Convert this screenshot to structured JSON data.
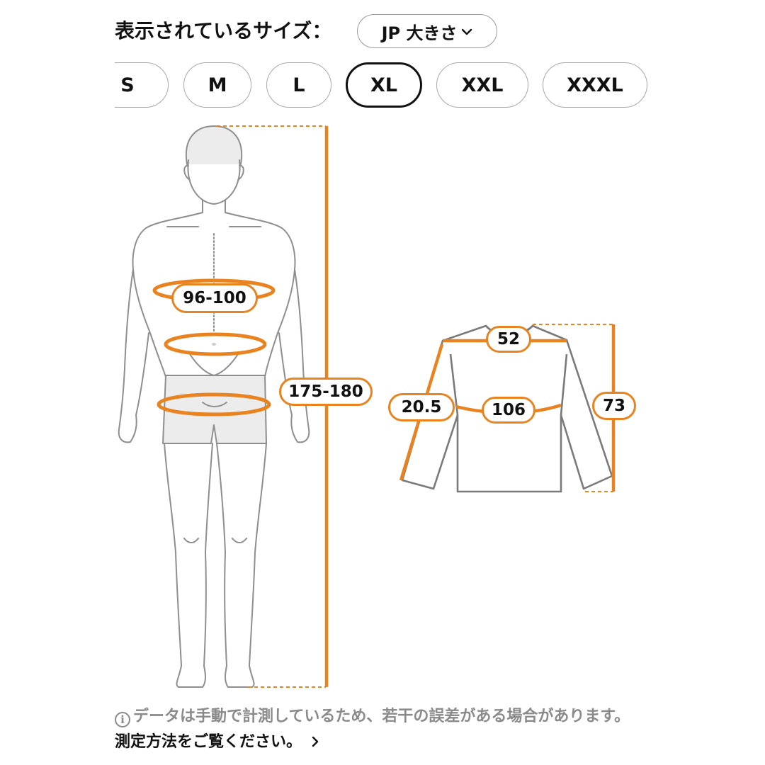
{
  "header": {
    "label": "表示されているサイズ：",
    "unit_select": "JP 大きさ"
  },
  "sizes": {
    "options": [
      "S",
      "M",
      "L",
      "XL",
      "XXL",
      "XXXL"
    ],
    "selected": "XL"
  },
  "body_measurements": {
    "chest": "96-100",
    "height": "175-180"
  },
  "garment_measurements": {
    "shoulder": "52",
    "chest": "106",
    "sleeve": "20.5",
    "length": "73"
  },
  "colors": {
    "accent": "#e8831f",
    "outline": "#7a7a7a"
  },
  "icons": {
    "dropdown": "chevron-down-icon",
    "info": "info-icon",
    "link": "chevron-right-icon"
  },
  "note": {
    "text": "データは手動で計測しているため、若干の誤差がある場合があります。",
    "link": "測定方法をご覧ください。"
  }
}
